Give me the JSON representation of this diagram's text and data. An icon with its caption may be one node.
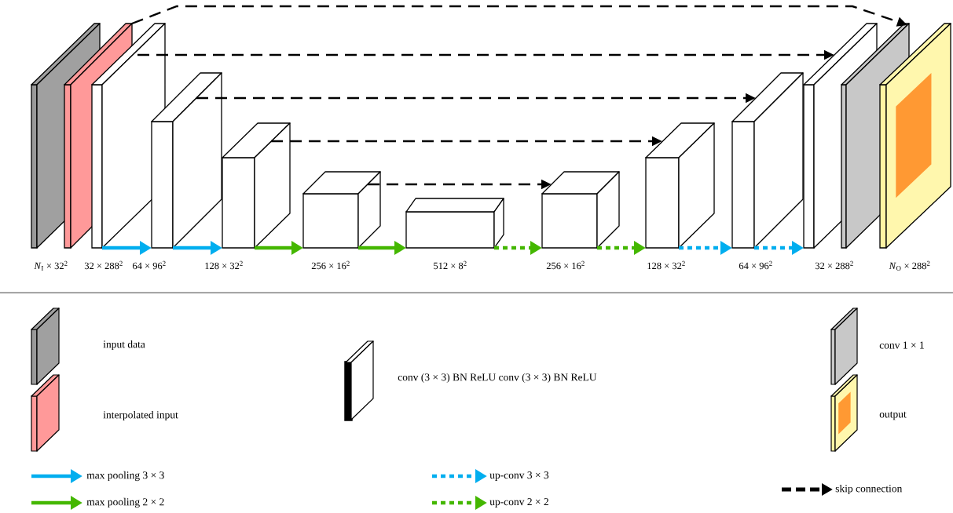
{
  "diagram": {
    "nodes": [
      {
        "text": [],
        "shape": "box"
      },
      {
        "text": [],
        "shape": "box"
      },
      {
        "text": [],
        "shape": "box"
      },
      {
        "text": [],
        "shape": "box"
      },
      {
        "text": [],
        "shape": "box"
      },
      {
        "text": [],
        "shape": "box"
      },
      {
        "text": [],
        "shape": "box"
      },
      {
        "text": [],
        "shape": "box"
      },
      {
        "text": [],
        "shape": "box"
      },
      {
        "text": [],
        "shape": "box"
      },
      {
        "text": [],
        "shape": "box"
      },
      {
        "text": [],
        "shape": "box"
      },
      {
        "text": [],
        "shape": "box"
      }
    ],
    "edges": [
      {
        "from": 2,
        "to": 3,
        "arrow": "to",
        "color": "#00aeef"
      },
      {
        "from": 3,
        "to": 4,
        "arrow": "to",
        "color": "#00aeef"
      },
      {
        "from": 4,
        "to": 5,
        "arrow": "to",
        "color": "#44b700"
      },
      {
        "from": 5,
        "to": 6,
        "arrow": "to",
        "color": "#44b700"
      },
      {
        "from": 6,
        "to": 7,
        "arrow": "to",
        "style": "dashed",
        "color": "#44b700"
      },
      {
        "from": 7,
        "to": 8,
        "arrow": "to",
        "style": "dashed",
        "color": "#44b700"
      },
      {
        "from": 8,
        "to": 9,
        "arrow": "to",
        "style": "dashed",
        "color": "#00aeef"
      },
      {
        "from": 9,
        "to": 10,
        "arrow": "to",
        "style": "dashed",
        "color": "#00aeef"
      },
      {
        "from": 1,
        "to": 11,
        "arrow": "to",
        "style": "dashed",
        "color": "#000000"
      },
      {
        "from": 2,
        "to": 10,
        "arrow": "to",
        "style": "dashed",
        "color": "#000000"
      },
      {
        "from": 3,
        "to": 9,
        "arrow": "to",
        "style": "dashed",
        "color": "#000000"
      },
      {
        "from": 4,
        "to": 8,
        "arrow": "to",
        "style": "dashed",
        "color": "#000000"
      },
      {
        "from": 5,
        "to": 7,
        "arrow": "to",
        "style": "dashed",
        "color": "#000000"
      }
    ],
    "labels": [
      "*N*$_{I}$ × 32$^{2}$",
      "32 × 288$^{2}$",
      "64 × 96$^{2}$",
      "128 × 32$^{2}$",
      "256 × 16$^{2}$",
      "512 × 8$^{2}$",
      "256 × 16$^{2}$",
      "128 × 32$^{2}$",
      "64 × 96$^{2}$",
      "32 × 288$^{2}$",
      "*N*$_{O}$ × 288$^{2}$"
    ],
    "legend": [
      {
        "text": "input data"
      },
      {
        "text": "conv 1 × 1"
      },
      {
        "text": "conv (3 × 3) BN ReLU conv (3 × 3) BN ReLU"
      },
      {
        "text": "interpolated input"
      },
      {
        "text": "output"
      },
      {
        "text": "max pooling 3 × 3"
      },
      {
        "text": "up-conv 3 × 3"
      },
      {
        "text": "skip connection"
      },
      {
        "text": "max pooling 2 × 2"
      },
      {
        "text": "up-conv 2 × 2"
      }
    ]
  }
}
